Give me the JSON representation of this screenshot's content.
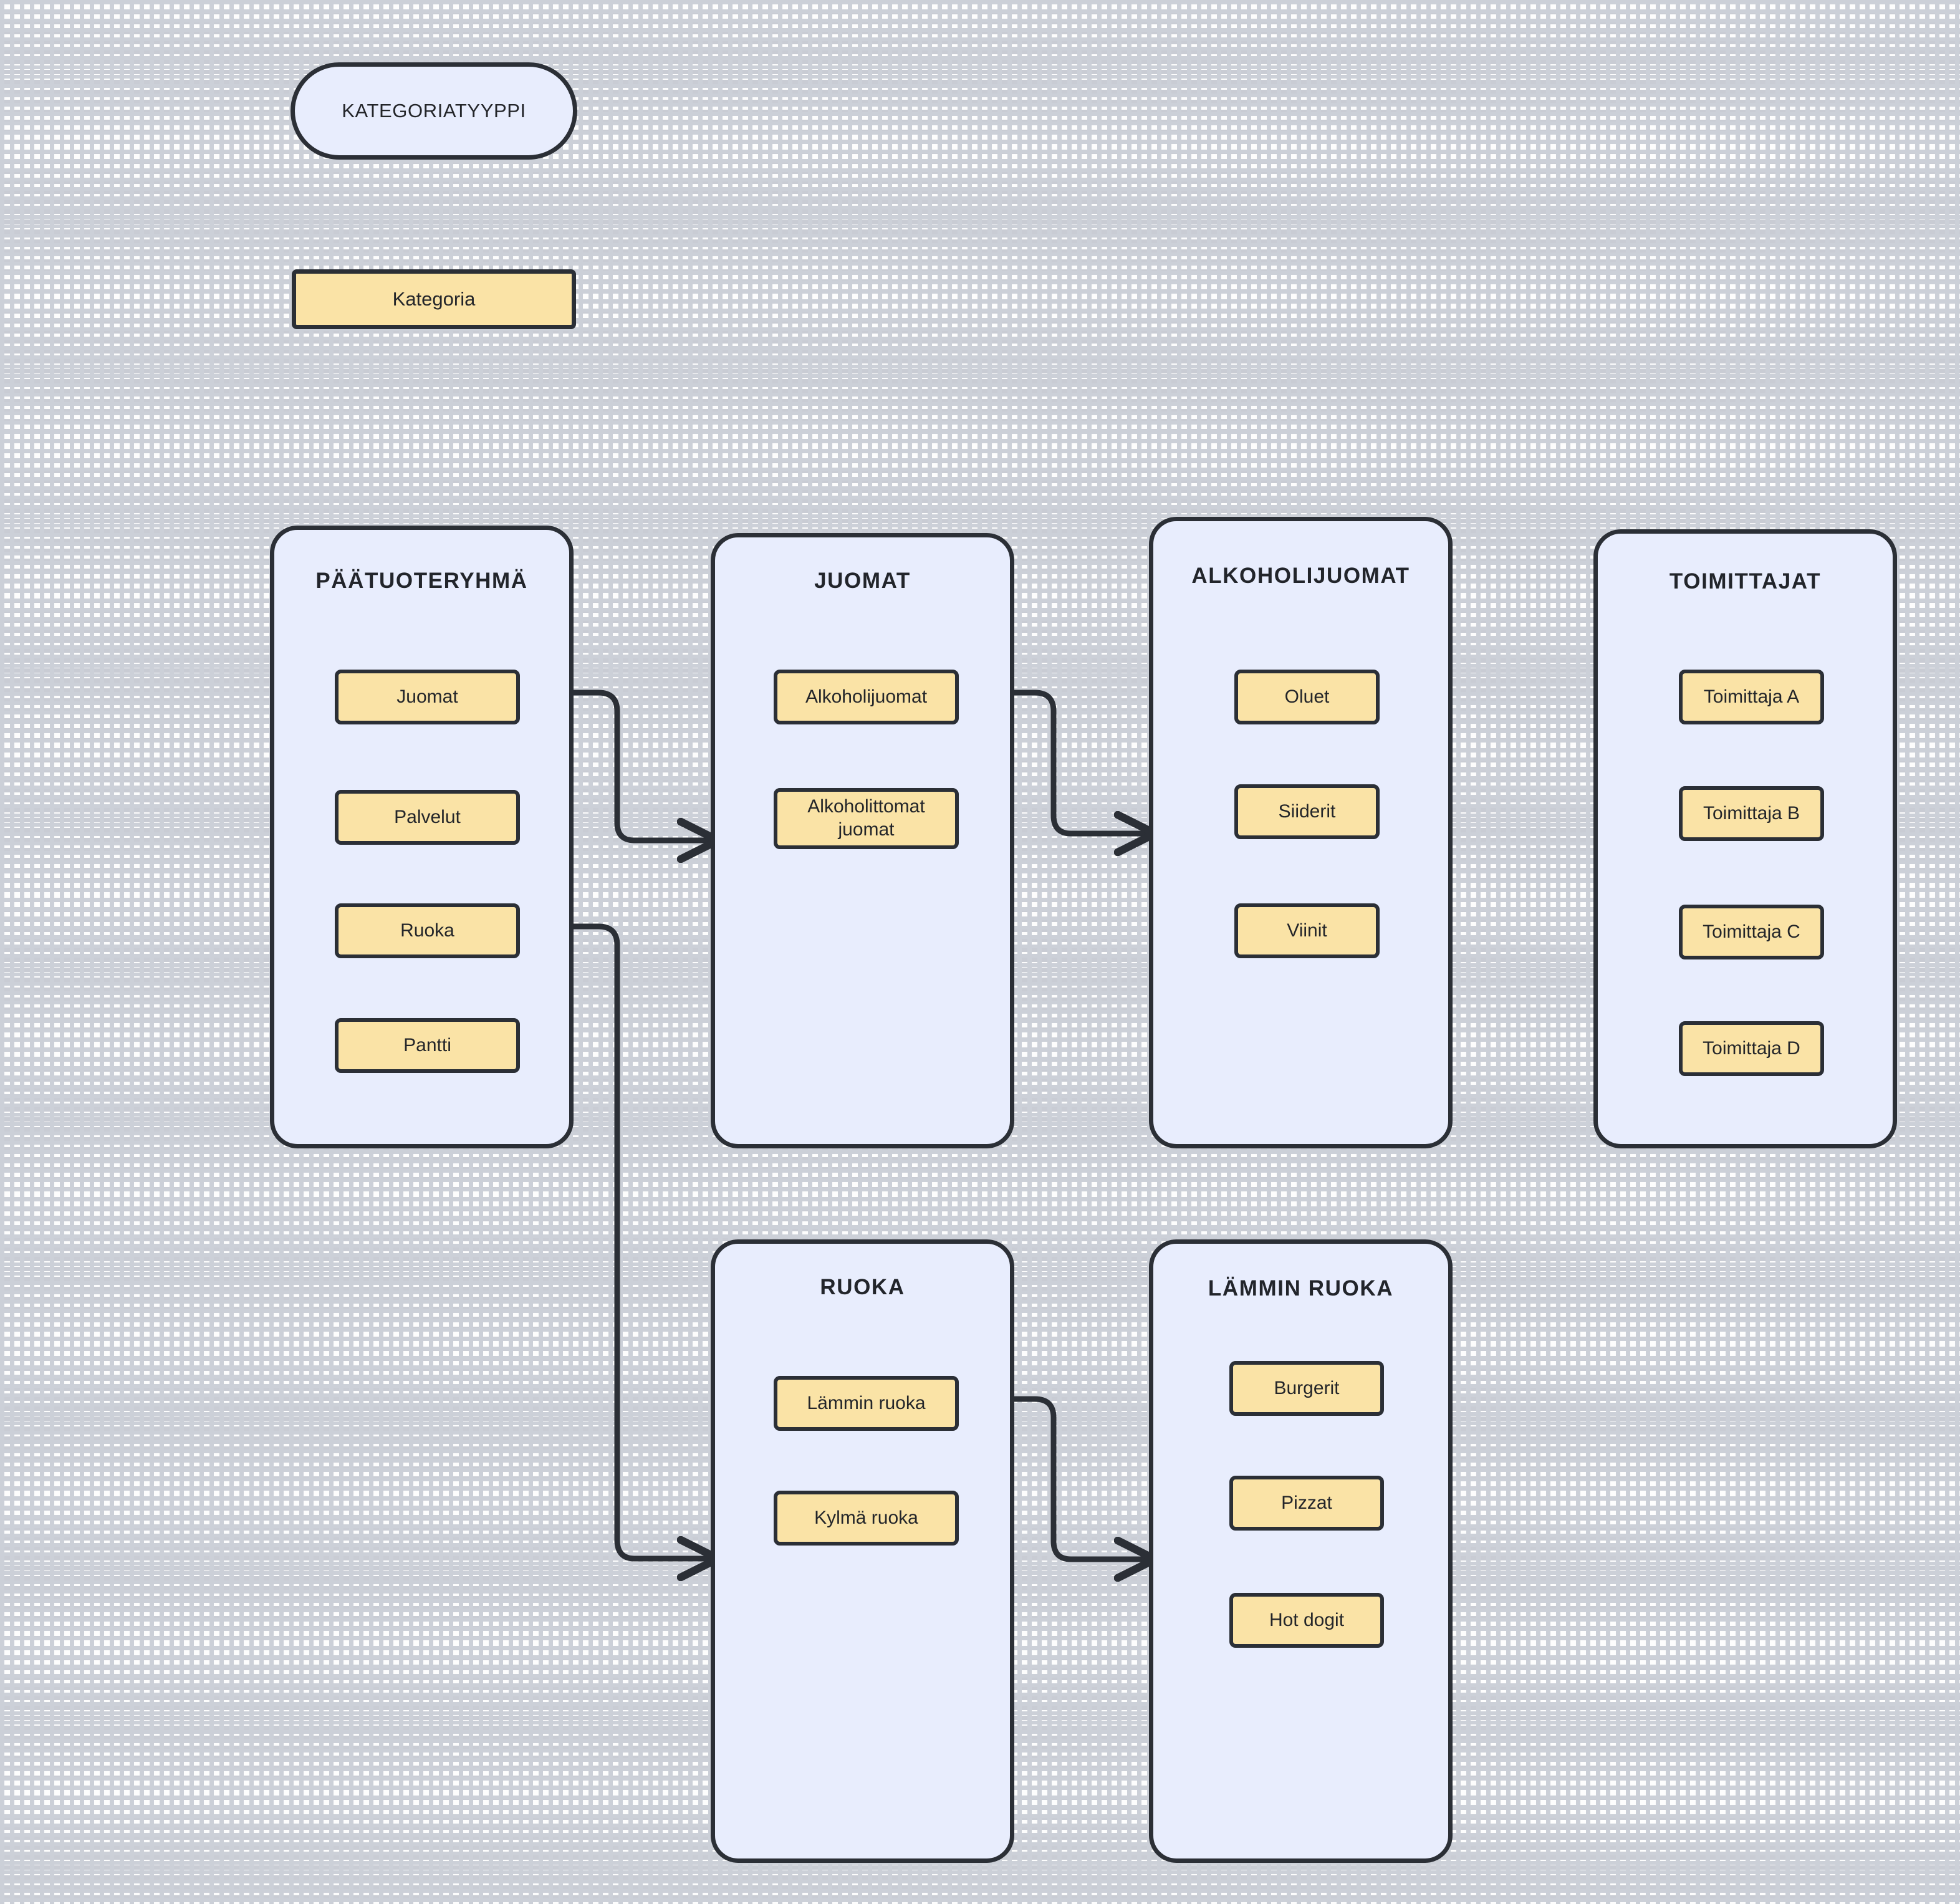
{
  "legend": {
    "category_type_label": "KATEGORIATYYPPI",
    "category_label": "Kategoria"
  },
  "colors": {
    "group_fill": "#e8edfd",
    "item_fill": "#fae3a6",
    "stroke": "#2b2f36",
    "text": "#232529",
    "background": "#fdfdfd",
    "grid": "#ccd0d8"
  },
  "groups": [
    {
      "id": "paatuoteryhma",
      "title": "PÄÄTUOTERYHMÄ",
      "items": [
        "Juomat",
        "Palvelut",
        "Ruoka",
        "Pantti"
      ]
    },
    {
      "id": "juomat",
      "title": "JUOMAT",
      "items": [
        "Alkoholijuomat",
        "Alkoholittomat juomat"
      ]
    },
    {
      "id": "alkoholijuomat",
      "title": "ALKOHOLIJUOMAT",
      "items": [
        "Oluet",
        "Siiderit",
        "Viinit"
      ]
    },
    {
      "id": "toimittajat",
      "title": "TOIMITTAJAT",
      "items": [
        "Toimittaja A",
        "Toimittaja B",
        "Toimittaja C",
        "Toimittaja D"
      ]
    },
    {
      "id": "ruoka",
      "title": "RUOKA",
      "items": [
        "Lämmin ruoka",
        "Kylmä ruoka"
      ]
    },
    {
      "id": "lammin-ruoka",
      "title": "LÄMMIN RUOKA",
      "items": [
        "Burgerit",
        "Pizzat",
        "Hot dogit"
      ]
    }
  ],
  "edges": [
    {
      "from": "Juomat",
      "to": "JUOMAT"
    },
    {
      "from": "Ruoka",
      "to": "RUOKA"
    },
    {
      "from": "Alkoholijuomat",
      "to": "ALKOHOLIJUOMAT"
    },
    {
      "from": "Lämmin ruoka",
      "to": "LÄMMIN RUOKA"
    }
  ]
}
